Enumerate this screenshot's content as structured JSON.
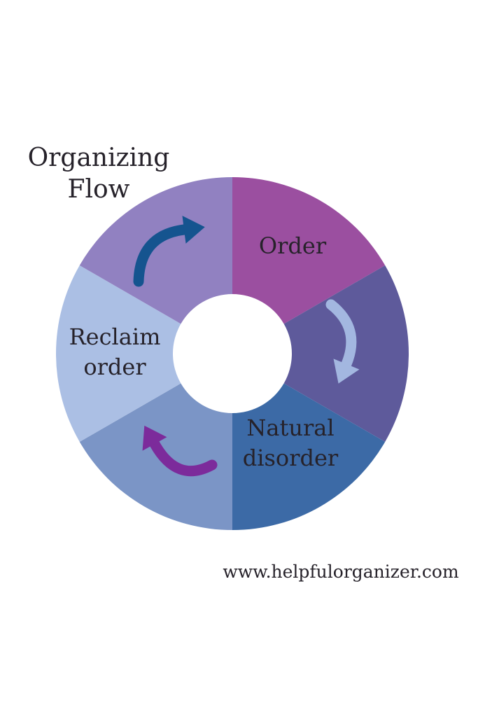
{
  "title": {
    "line1": "Organizing",
    "line2": "Flow"
  },
  "footer": {
    "website": "www.helpfulorganizer.com"
  },
  "colors": {
    "background": "#ffffff",
    "text": "#26222a",
    "arrow_reclaim_to_order": "#15548f",
    "arrow_order_to_disorder": "#a3b7e0",
    "arrow_disorder_to_reclaim": "#7c2b9b"
  },
  "wheel": {
    "type": "cycle-donut",
    "outer_radius": 252,
    "inner_radius": 85,
    "flow_direction": "clockwise",
    "segments": [
      {
        "name": "order",
        "label": "Order",
        "color": "#9b4fa0",
        "start_angle": 0,
        "end_angle": 60
      },
      {
        "name": "order-to-disorder-transition",
        "label": "",
        "color": "#5e5a9b",
        "start_angle": 60,
        "end_angle": 120
      },
      {
        "name": "natural-disorder",
        "label": "Natural disorder",
        "color": "#3c6aa6",
        "start_angle": 120,
        "end_angle": 180
      },
      {
        "name": "disorder-to-reclaim-transition",
        "label": "",
        "color": "#7b95c6",
        "start_angle": 180,
        "end_angle": 240
      },
      {
        "name": "reclaim-order",
        "label": "Reclaim order",
        "color": "#abbfe4",
        "start_angle": 240,
        "end_angle": 300
      },
      {
        "name": "reclaim-to-order-transition",
        "label": "",
        "color": "#9181c1",
        "start_angle": 300,
        "end_angle": 360
      }
    ]
  },
  "labels": {
    "order": "Order",
    "natural_line1": "Natural",
    "natural_line2": "disorder",
    "reclaim_line1": "Reclaim",
    "reclaim_line2": "order"
  }
}
